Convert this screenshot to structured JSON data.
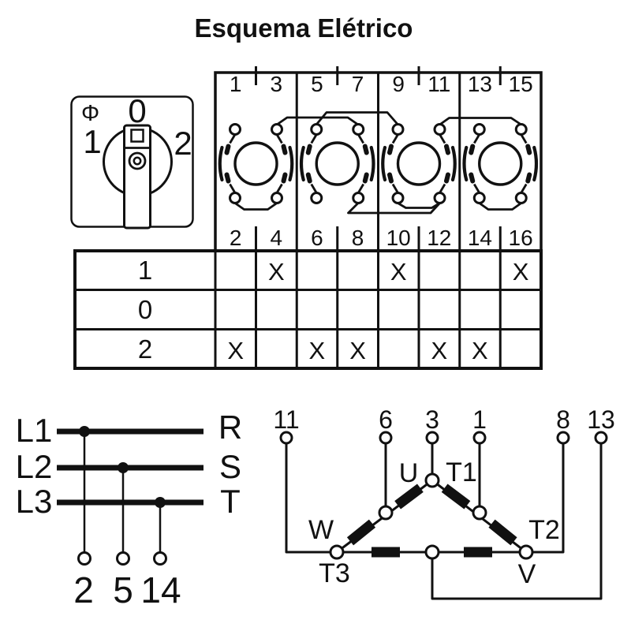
{
  "title": "Esquema Elétrico",
  "colors": {
    "ink": "#111111",
    "paper": "#ffffff"
  },
  "rotary_switch": {
    "phi_symbol": "Φ",
    "position_top": "0",
    "position_left": "1",
    "position_right": "2"
  },
  "contact_block": {
    "top_terminals": [
      "1",
      "3",
      "5",
      "7",
      "9",
      "11",
      "13",
      "15"
    ],
    "bottom_terminals": [
      "2",
      "4",
      "6",
      "8",
      "10",
      "12",
      "14",
      "16"
    ],
    "top_jumpers": [
      "3-7",
      "5-9",
      "11-15"
    ],
    "bottom_jumpers": [
      "2-4",
      "8-12",
      "10-12",
      "14-16"
    ]
  },
  "switch_table": {
    "rows": [
      {
        "label": "1",
        "marks": [
          "",
          "X",
          "",
          "",
          "X",
          "",
          "",
          "X"
        ]
      },
      {
        "label": "0",
        "marks": [
          "",
          "",
          "",
          "",
          "",
          "",
          "",
          ""
        ]
      },
      {
        "label": "2",
        "marks": [
          "X",
          "",
          "X",
          "X",
          "",
          "X",
          "X",
          ""
        ]
      }
    ]
  },
  "supply": {
    "lines": [
      {
        "label": "L1",
        "phase": "R",
        "terminal": "2"
      },
      {
        "label": "L2",
        "phase": "S",
        "terminal": "5"
      },
      {
        "label": "L3",
        "phase": "T",
        "terminal": "14"
      }
    ]
  },
  "motor": {
    "terminals": [
      "11",
      "6",
      "3",
      "1",
      "8",
      "13"
    ],
    "labels": {
      "u": "U",
      "t1": "T1",
      "w": "W",
      "t2": "T2",
      "t3": "T3",
      "v": "V"
    }
  }
}
